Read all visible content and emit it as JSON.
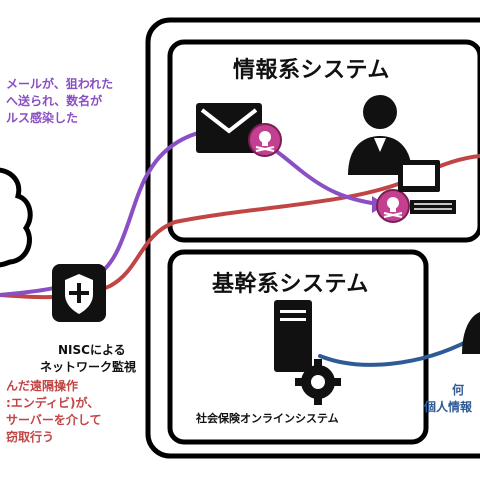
{
  "colors": {
    "purple": "#8a4fc4",
    "red": "#c24545",
    "blue": "#2f5a96",
    "skull_fill": "#c2408f"
  },
  "info_system": {
    "title": "情報系システム"
  },
  "core_system": {
    "title": "基幹系システム",
    "sub_label": "社会保険オンラインシステム"
  },
  "nisc": {
    "label_line1": "NISCによる",
    "label_line2": "ネットワーク監視"
  },
  "email_annotation": {
    "lines": [
      "メールが、狙われた",
      "へ送られ、数名が",
      "ルス感染した"
    ]
  },
  "attack_annotation": {
    "lines": [
      "んだ遠隔操作",
      ":エンディビ)が、",
      "サーバーを介して",
      "窃取行う"
    ]
  },
  "right_annotation": {
    "lines": [
      "何",
      "個人情報"
    ]
  },
  "icons": [
    "mail-icon",
    "skull-badge-icon",
    "shield-plus-icon",
    "server-icon",
    "gear-icon",
    "user-icon",
    "computer-icon",
    "cloud-icon"
  ]
}
